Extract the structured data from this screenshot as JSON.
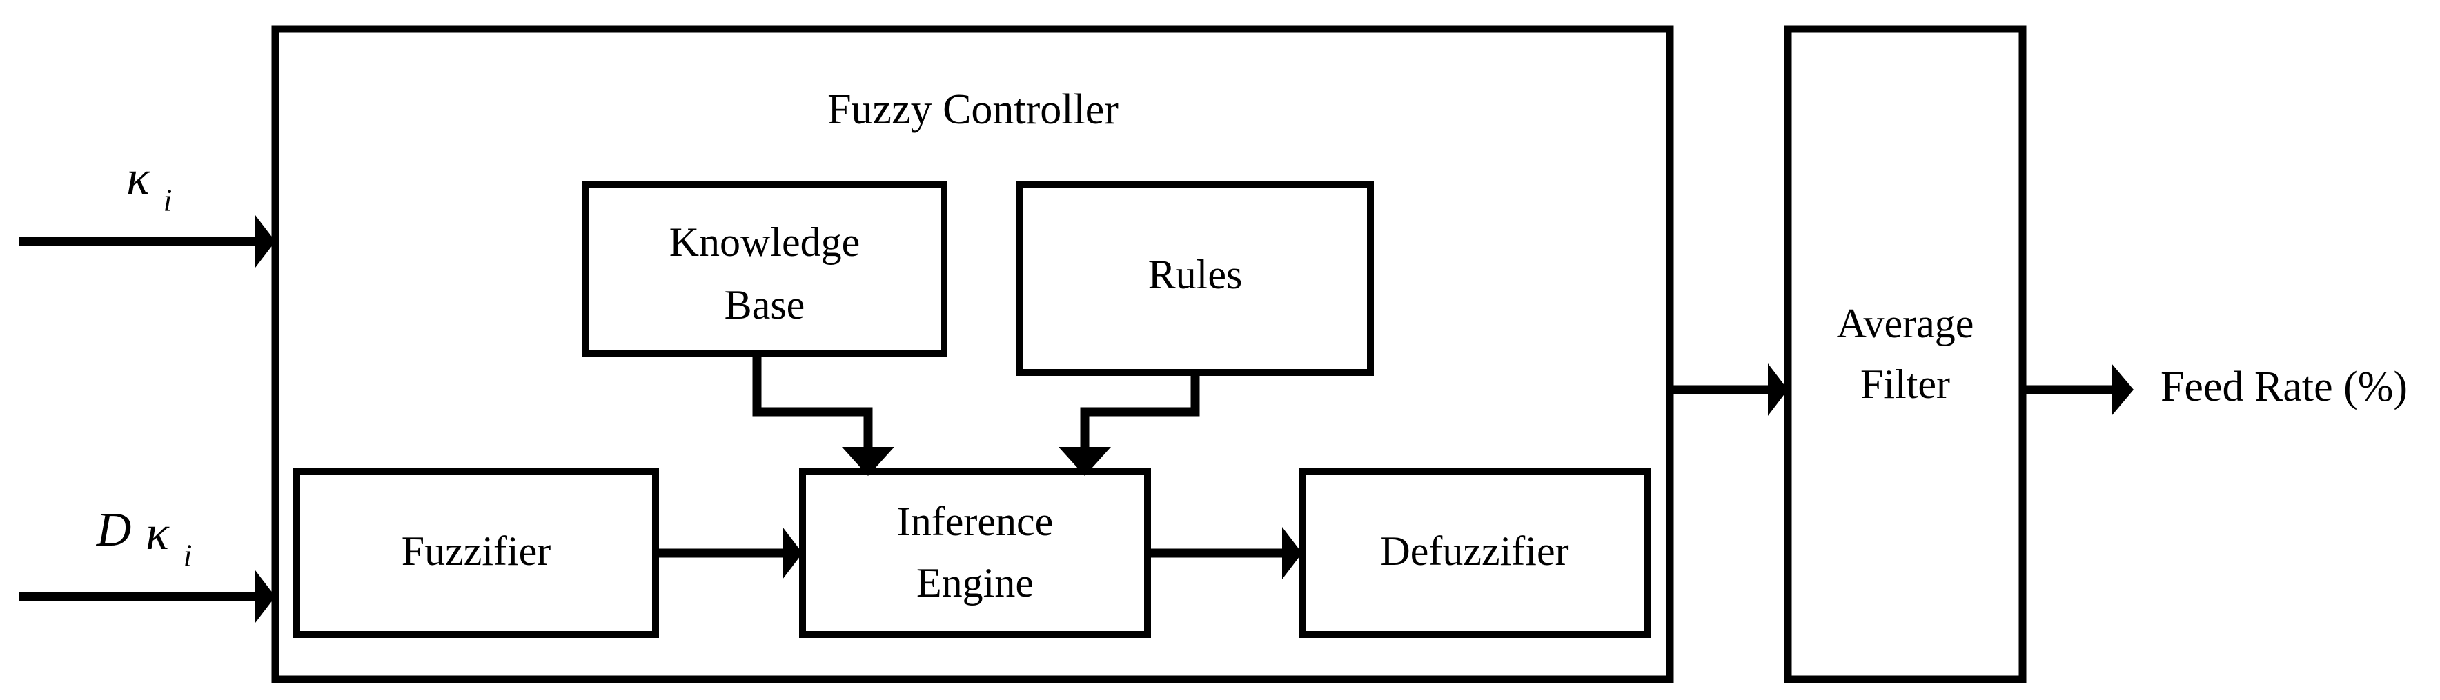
{
  "diagram": {
    "title": "Fuzzy Controller",
    "background_color": "#ffffff",
    "line_color": "#000000",
    "inputs": [
      {
        "id": "kappa-i",
        "symbol": "κ",
        "subscript": "i",
        "prefix": "",
        "label": "κᵢ"
      },
      {
        "id": "dkappa-i",
        "symbol": "κ",
        "subscript": "i",
        "prefix": "D",
        "label": "Dκᵢ"
      }
    ],
    "outputs": [
      {
        "id": "feed-rate",
        "label": "Feed Rate (%)"
      }
    ],
    "blocks": [
      {
        "id": "knowledge-base",
        "label_line1": "Knowledge",
        "label_line2": "Base"
      },
      {
        "id": "rules",
        "label_line1": "Rules",
        "label_line2": ""
      },
      {
        "id": "fuzzifier",
        "label_line1": "Fuzzifier",
        "label_line2": ""
      },
      {
        "id": "inference-engine",
        "label_line1": "Inference",
        "label_line2": "Engine"
      },
      {
        "id": "defuzzifier",
        "label_line1": "Defuzzifier",
        "label_line2": ""
      },
      {
        "id": "average-filter",
        "label_line1": "Average",
        "label_line2": "Filter"
      }
    ],
    "connections": [
      {
        "from": "kappa-i",
        "to": "fuzzy-controller"
      },
      {
        "from": "dkappa-i",
        "to": "fuzzifier"
      },
      {
        "from": "fuzzifier",
        "to": "inference-engine"
      },
      {
        "from": "knowledge-base",
        "to": "inference-engine"
      },
      {
        "from": "rules",
        "to": "inference-engine"
      },
      {
        "from": "inference-engine",
        "to": "defuzzifier"
      },
      {
        "from": "fuzzy-controller",
        "to": "average-filter"
      },
      {
        "from": "average-filter",
        "to": "feed-rate"
      }
    ]
  }
}
